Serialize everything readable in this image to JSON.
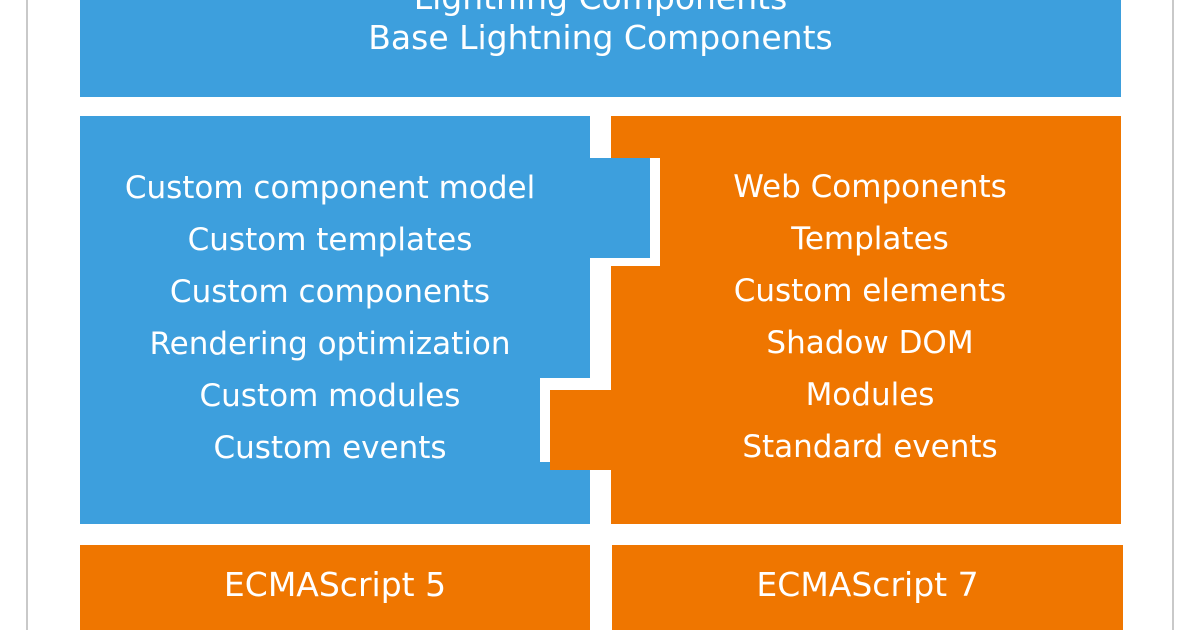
{
  "top_band": {
    "clipped_label": "Lightning Components",
    "title": "Base Lightning Components"
  },
  "left_panel": {
    "items": [
      "Custom component model",
      "Custom templates",
      "Custom components",
      "Rendering optimization",
      "Custom modules",
      "Custom events"
    ]
  },
  "right_panel": {
    "items": [
      "Web Components",
      "Templates",
      "Custom elements",
      "Shadow DOM",
      "Modules",
      "Standard events"
    ]
  },
  "bottom": {
    "left_label": "ECMAScript 5",
    "right_label": "ECMAScript 7"
  },
  "colors": {
    "blue": "#3d9fdd",
    "orange": "#ef7600",
    "frame": "#c9c9c9"
  }
}
